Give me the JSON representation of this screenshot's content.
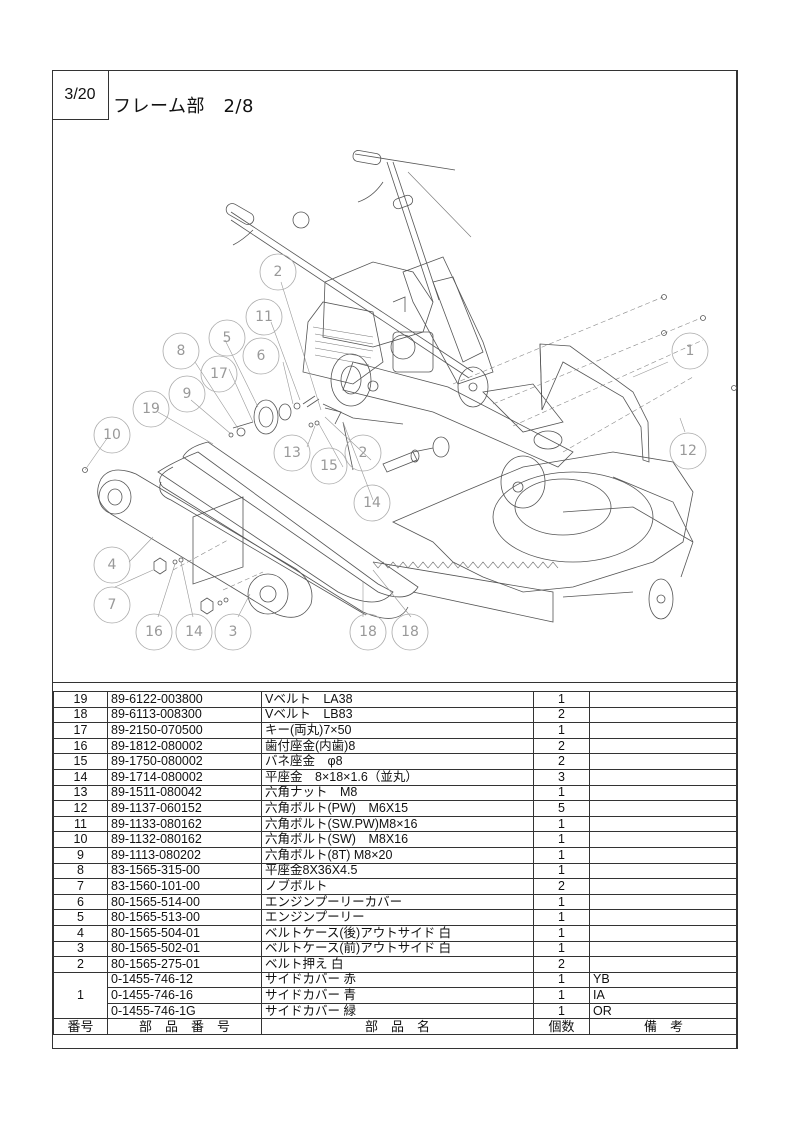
{
  "header": {
    "page_indicator": "3/20",
    "section_title": "フレーム部　2/8"
  },
  "diagram": {
    "description": "Exploded isometric view of mower frame: engine, belt case, pulleys, side cover, cutting deck",
    "callouts": [
      "1",
      "2",
      "2",
      "3",
      "4",
      "5",
      "6",
      "7",
      "8",
      "9",
      "10",
      "11",
      "12",
      "13",
      "14",
      "14",
      "15",
      "16",
      "17",
      "18",
      "18",
      "19"
    ]
  },
  "parts_table": {
    "columns": {
      "number": "番号",
      "part_number": "部　品　番　号",
      "part_name": "部　品　名",
      "quantity": "個数",
      "remarks": "備　考"
    },
    "rows": [
      {
        "no": "19",
        "part_number": "89-6122-003800",
        "name": "Vベルト　LA38",
        "qty": "1",
        "remarks": ""
      },
      {
        "no": "18",
        "part_number": "89-6113-008300",
        "name": "Vベルト　LB83",
        "qty": "2",
        "remarks": ""
      },
      {
        "no": "17",
        "part_number": "89-2150-070500",
        "name": "キー(両丸)7×50",
        "qty": "1",
        "remarks": ""
      },
      {
        "no": "16",
        "part_number": "89-1812-080002",
        "name": "歯付座金(内歯)8",
        "qty": "2",
        "remarks": ""
      },
      {
        "no": "15",
        "part_number": "89-1750-080002",
        "name": "バネ座金　φ8",
        "qty": "2",
        "remarks": ""
      },
      {
        "no": "14",
        "part_number": "89-1714-080002",
        "name": "平座金　8×18×1.6（並丸）",
        "qty": "3",
        "remarks": ""
      },
      {
        "no": "13",
        "part_number": "89-1511-080042",
        "name": "六角ナット　M8",
        "qty": "1",
        "remarks": ""
      },
      {
        "no": "12",
        "part_number": "89-1137-060152",
        "name": "六角ボルト(PW)　M6X15",
        "qty": "5",
        "remarks": ""
      },
      {
        "no": "11",
        "part_number": "89-1133-080162",
        "name": "六角ボルト(SW.PW)M8×16",
        "qty": "1",
        "remarks": ""
      },
      {
        "no": "10",
        "part_number": "89-1132-080162",
        "name": "六角ボルト(SW)　M8X16",
        "qty": "1",
        "remarks": ""
      },
      {
        "no": "9",
        "part_number": "89-1113-080202",
        "name": "六角ボルト(8T) M8×20",
        "qty": "1",
        "remarks": ""
      },
      {
        "no": "8",
        "part_number": "83-1565-315-00",
        "name": "平座金8X36X4.5",
        "qty": "1",
        "remarks": ""
      },
      {
        "no": "7",
        "part_number": "83-1560-101-00",
        "name": "ノブボルト",
        "qty": "2",
        "remarks": ""
      },
      {
        "no": "6",
        "part_number": "80-1565-514-00",
        "name": "エンジンプーリーカバー",
        "qty": "1",
        "remarks": ""
      },
      {
        "no": "5",
        "part_number": "80-1565-513-00",
        "name": "エンジンプーリー",
        "qty": "1",
        "remarks": ""
      },
      {
        "no": "4",
        "part_number": "80-1565-504-01",
        "name": "ベルトケース(後)アウトサイド 白",
        "qty": "1",
        "remarks": ""
      },
      {
        "no": "3",
        "part_number": "80-1565-502-01",
        "name": "ベルトケース(前)アウトサイド 白",
        "qty": "1",
        "remarks": ""
      },
      {
        "no": "2",
        "part_number": "80-1565-275-01",
        "name": "ベルト押え 白",
        "qty": "2",
        "remarks": ""
      }
    ],
    "group_row": {
      "no": "1",
      "variants": [
        {
          "part_number": "0-1455-746-12",
          "name": "サイドカバー 赤",
          "qty": "1",
          "remarks": "YB"
        },
        {
          "part_number": "0-1455-746-16",
          "name": "サイドカバー 青",
          "qty": "1",
          "remarks": "IA"
        },
        {
          "part_number": "0-1455-746-1G",
          "name": "サイドカバー 緑",
          "qty": "1",
          "remarks": "OR"
        }
      ]
    }
  }
}
